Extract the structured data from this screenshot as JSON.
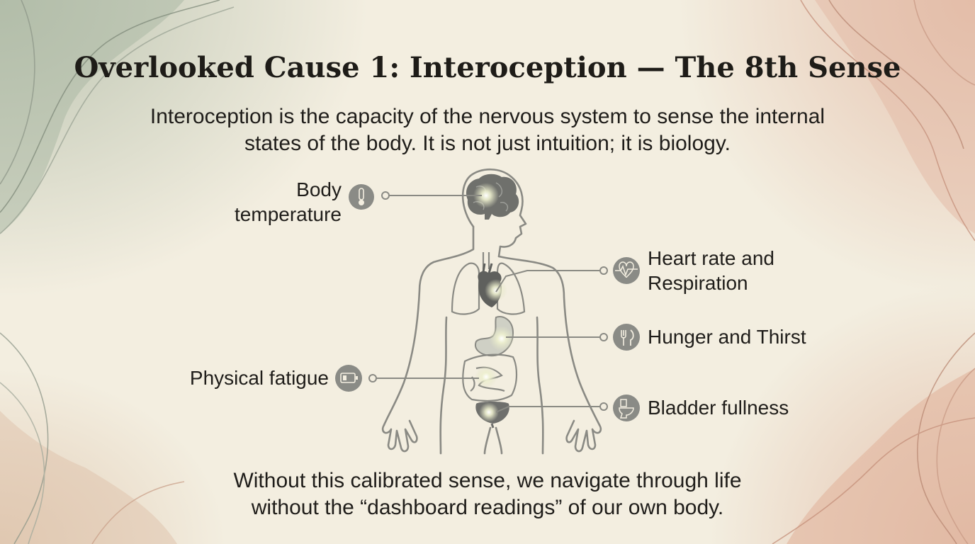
{
  "title": "Overlooked Cause 1: Interoception — The 8th Sense",
  "intro": {
    "line1": "Interoception is the capacity of the nervous system to sense the internal",
    "line2": "states of the body. It is not just intuition; it is biology."
  },
  "labels": {
    "body_temperature": {
      "line1": "Body",
      "line2": "temperature",
      "icon": "thermometer-icon"
    },
    "heart_rate": {
      "line1": "Heart rate and",
      "line2": "Respiration",
      "icon": "heartbeat-icon"
    },
    "hunger": {
      "text": "Hunger and Thirst",
      "icon": "fork-knife-icon"
    },
    "fatigue": {
      "text": "Physical fatigue",
      "icon": "battery-low-icon"
    },
    "bladder": {
      "text": "Bladder fullness",
      "icon": "toilet-icon"
    }
  },
  "outro": {
    "line1": "Without this calibrated sense, we navigate through life",
    "line2": "without the “dashboard readings” of our own body."
  },
  "colors": {
    "background": "#f3eee0",
    "line": "#8a8a84",
    "icon_fill": "#8a8b86",
    "organ": "#6e6f6c",
    "glow": "#e2e4c6",
    "wash_green": "#a9b6a1",
    "wash_peach": "#e2b9a4"
  }
}
